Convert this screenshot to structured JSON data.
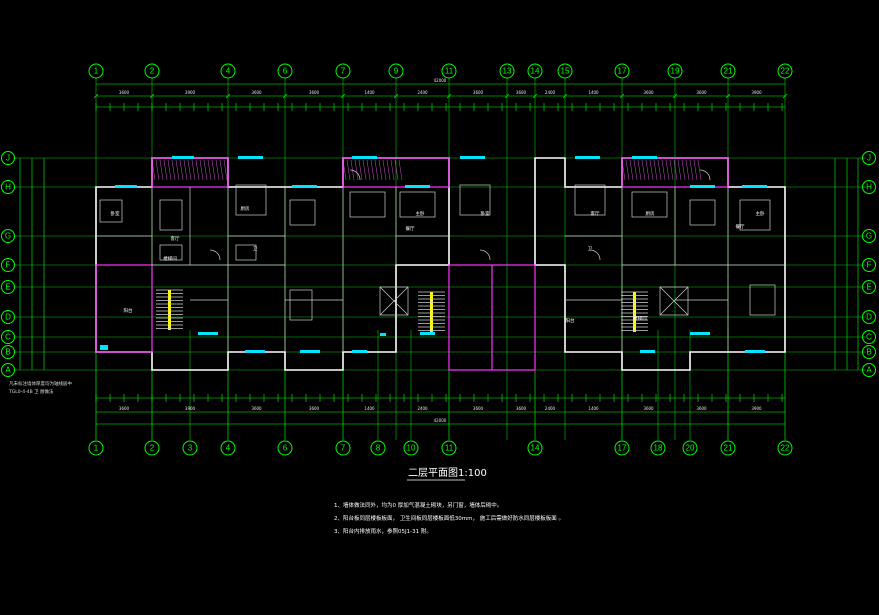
{
  "axes_x": [
    "1",
    "2",
    "4",
    "6",
    "7",
    "9",
    "11",
    "13",
    "14",
    "15",
    "17",
    "19",
    "21",
    "22"
  ],
  "axes_x_bottom": [
    "1",
    "2",
    "3",
    "4",
    "6",
    "7",
    "8",
    "10",
    "11",
    "14",
    "17",
    "18",
    "20",
    "21",
    "22"
  ],
  "axes_y": [
    "J",
    "H",
    "G",
    "F",
    "E",
    "D",
    "C",
    "B",
    "A"
  ],
  "title": "二层平面图1:100",
  "notes": [
    "1、墙体做法同外，均为0 厚加气混凝土砌块，另门窗，墙体后砌中。",
    "2、阳台板同层楼板板面，  卫生间板同层楼板面低30mm，  施工后需做好防水同层楼板板面  。",
    "3、阳台内排放雨水，参照05J1-31    附。"
  ],
  "dims_top": [
    "3600",
    "3900",
    "3600",
    "3600",
    "1400",
    "2400",
    "3600",
    "3600",
    "2400",
    "1400",
    "3600",
    "3600",
    "3900",
    "3600"
  ],
  "dims_bottom": [
    "3600",
    "3900",
    "3600",
    "3600",
    "1400",
    "2400",
    "3600",
    "3600",
    "2400",
    "1400",
    "3600",
    "3600",
    "3900",
    "3600"
  ],
  "total_top": "42000",
  "total_bottom": "42000",
  "left_note_1": "凡未标注墙体厚度均为轴线居中",
  "left_note_2": "TGL0-4-4B    卫 厨做法",
  "room_labels": [
    "卧室",
    "客厅",
    "厨房",
    "卫",
    "阳台",
    "楼梯间",
    "主卧",
    "餐厅",
    "卧室",
    "客厅",
    "厨房",
    "卫",
    "阳台",
    "楼梯间",
    "主卧",
    "餐厅"
  ]
}
